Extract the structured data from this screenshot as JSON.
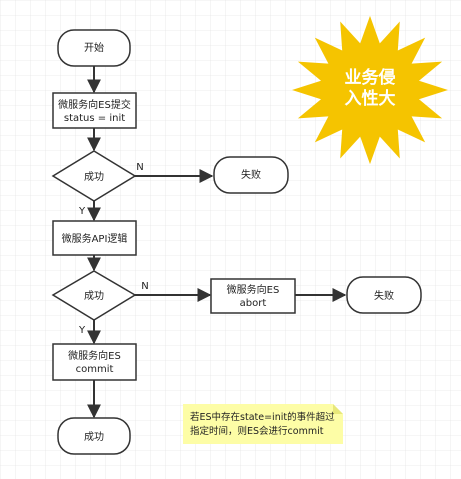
{
  "flow": {
    "start": "开始",
    "step1_line1": "微服务向ES提交",
    "step1_line2": "status = init",
    "decision1": "成功",
    "decision1_no": "N",
    "decision1_yes": "Y",
    "fail1": "失败",
    "step2": "微服务API逻辑",
    "decision2": "成功",
    "decision2_no": "N",
    "decision2_yes": "Y",
    "abort_line1": "微服务向ES",
    "abort_line2": "abort",
    "fail2": "失败",
    "commit_line1": "微服务向ES",
    "commit_line2": "commit",
    "end": "成功"
  },
  "badge": {
    "line1": "业务侵",
    "line2": "入性大"
  },
  "note": {
    "line1": "若ES中存在state=init的事件超过",
    "line2": "指定时间，则ES会进行commit"
  },
  "colors": {
    "grid": "#e6e6e6",
    "stroke": "#333333",
    "text": "#222222",
    "badge_fill": "#f5c400",
    "badge_text": "#ffffff",
    "note_fill": "#fdfda6",
    "note_fold": "#e8e87a"
  }
}
